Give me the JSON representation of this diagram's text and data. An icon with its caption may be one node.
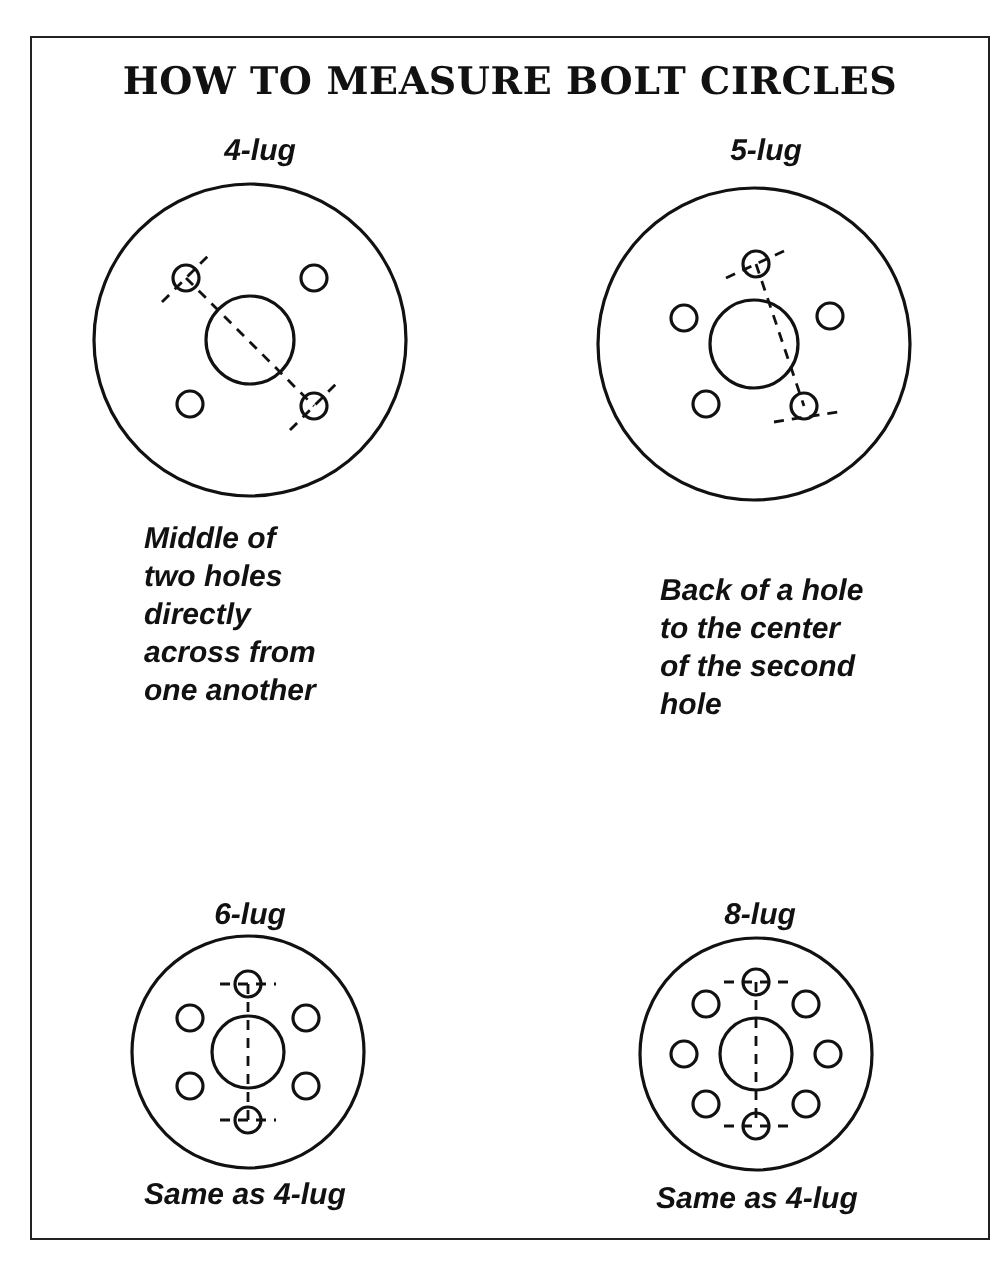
{
  "diagram": {
    "title": "HOW TO MEASURE BOLT CIRCLES",
    "labels": [
      "4-lug",
      "5-lug",
      "Middle of two holes directly across from one another",
      "Back of a hole to the center of the second hole",
      "6-lug",
      "8-lug",
      "Same as 4-lug",
      "Same as 4-lug"
    ]
  }
}
